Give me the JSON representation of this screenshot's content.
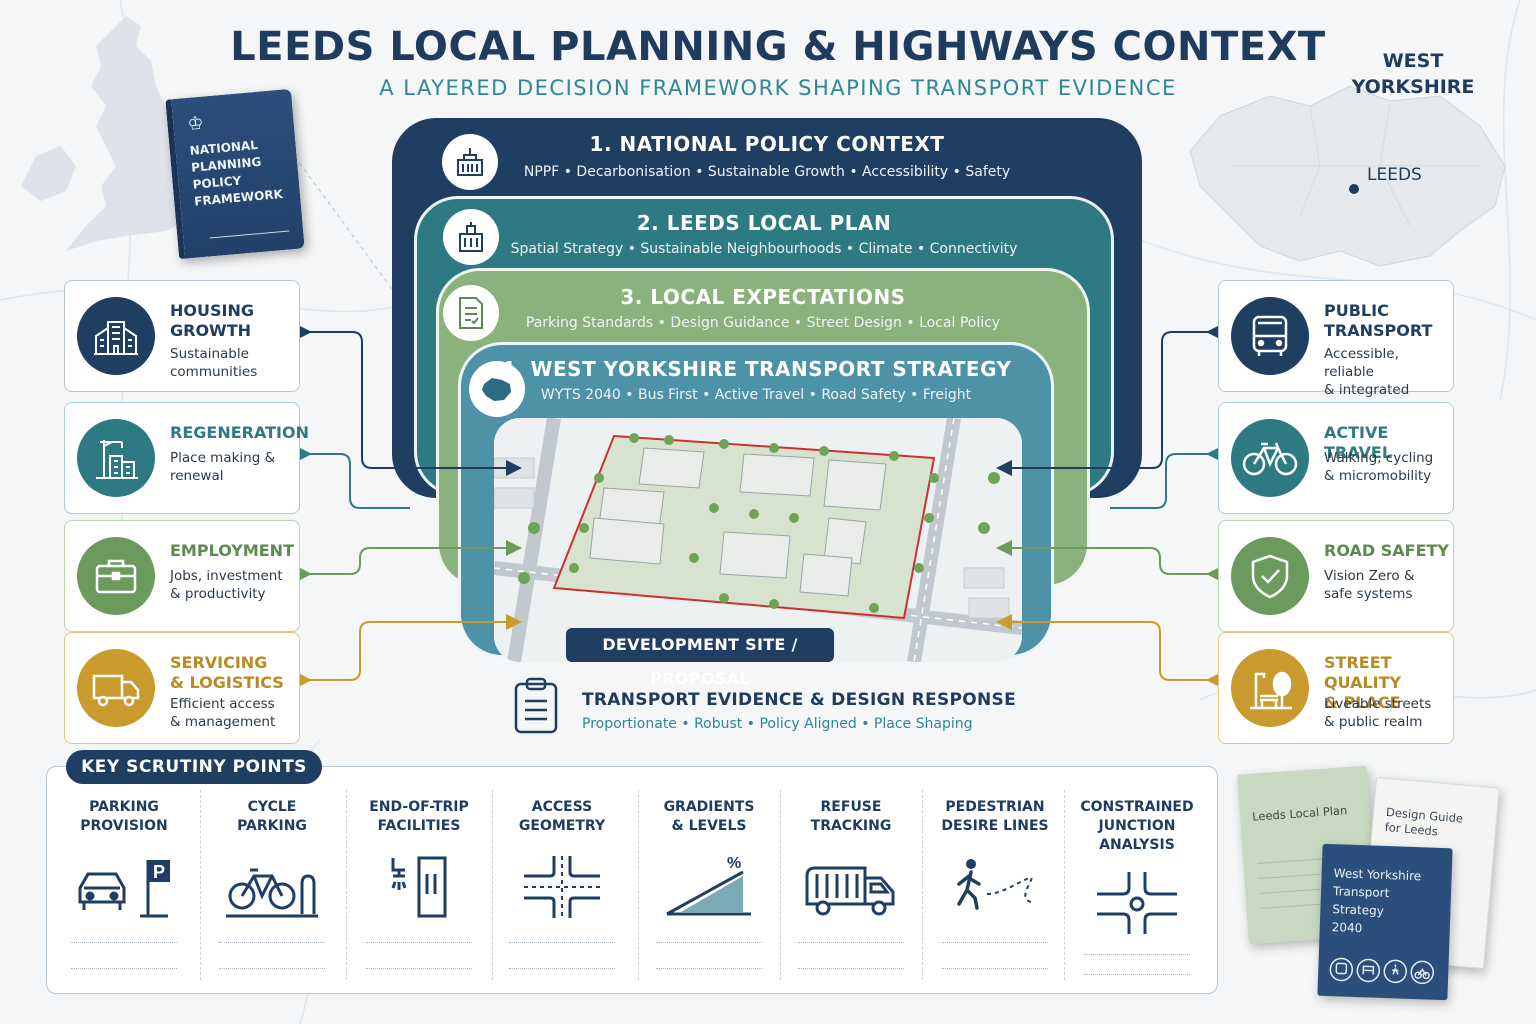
{
  "header": {
    "title": "LEEDS LOCAL PLANNING & HIGHWAYS CONTEXT",
    "subtitle": "A LAYERED DECISION FRAMEWORK SHAPING TRANSPORT EVIDENCE"
  },
  "npf_book": {
    "text": "NATIONAL\nPLANNING\nPOLICY\nFRAMEWORK"
  },
  "region": {
    "title": "WEST\nYORKSHIRE",
    "city": "LEEDS"
  },
  "layers": [
    {
      "title": "1. NATIONAL POLICY CONTEXT",
      "items": "NPPF • Decarbonisation • Sustainable Growth • Accessibility • Safety",
      "icon": "parliament-icon"
    },
    {
      "title": "2. LEEDS LOCAL PLAN",
      "items": "Spatial Strategy • Sustainable Neighbourhoods • Climate • Connectivity",
      "icon": "town-hall-icon"
    },
    {
      "title": "3. LOCAL EXPECTATIONS",
      "items": "Parking Standards • Design Guidance • Street Design • Local Policy",
      "icon": "checklist-document-icon"
    },
    {
      "title": "4. WEST YORKSHIRE TRANSPORT STRATEGY",
      "items": "WYTS 2040 • Bus First • Active Travel • Road Safety • Freight",
      "icon": "region-map-icon"
    }
  ],
  "site": {
    "badge": "DEVELOPMENT SITE / PROPOSAL",
    "evidence_title": "TRANSPORT EVIDENCE & DESIGN RESPONSE",
    "evidence_items": "Proportionate • Robust • Policy Aligned • Place Shaping"
  },
  "left_cards": [
    {
      "title": "HOUSING\nGROWTH",
      "desc": "Sustainable\ncommunities",
      "icon": "housing-icon",
      "color": "#1f3e62"
    },
    {
      "title": "REGENERATION",
      "desc": "Place making &\nrenewal",
      "icon": "crane-buildings-icon",
      "color": "#2e7a82"
    },
    {
      "title": "EMPLOYMENT",
      "desc": "Jobs, investment\n& productivity",
      "icon": "briefcase-icon",
      "color": "#6b9a5c"
    },
    {
      "title": "SERVICING\n& LOGISTICS",
      "desc": "Efficient access\n& management",
      "icon": "delivery-truck-icon",
      "color": "#c99a2e"
    }
  ],
  "right_cards": [
    {
      "title": "PUBLIC\nTRANSPORT",
      "desc": "Accessible, reliable\n& integrated",
      "icon": "bus-icon",
      "color": "#1f3e62"
    },
    {
      "title": "ACTIVE TRAVEL",
      "desc": "Walking, cycling\n& micromobility",
      "icon": "bicycle-icon",
      "color": "#2e7a82"
    },
    {
      "title": "ROAD SAFETY",
      "desc": "Vision Zero &\nsafe systems",
      "icon": "shield-check-icon",
      "color": "#6b9a5c"
    },
    {
      "title": "STREET QUALITY\n& PLACE",
      "desc": "Liveable streets\n& public realm",
      "icon": "street-bench-icon",
      "color": "#c99a2e"
    }
  ],
  "scrutiny": {
    "tab": "KEY SCRUTINY POINTS",
    "points": [
      {
        "label": "PARKING\nPROVISION",
        "icon": "car-parking-icon"
      },
      {
        "label": "CYCLE\nPARKING",
        "icon": "cycle-stand-icon"
      },
      {
        "label": "END-OF-TRIP\nFACILITIES",
        "icon": "shower-locker-icon"
      },
      {
        "label": "ACCESS\nGEOMETRY",
        "icon": "junction-geometry-icon"
      },
      {
        "label": "GRADIENTS\n& LEVELS",
        "icon": "gradient-slope-icon"
      },
      {
        "label": "REFUSE\nTRACKING",
        "icon": "refuse-truck-icon"
      },
      {
        "label": "PEDESTRIAN\nDESIRE LINES",
        "icon": "pedestrian-path-icon"
      },
      {
        "label": "CONSTRAINED\nJUNCTION\nANALYSIS",
        "icon": "roundabout-icon"
      }
    ]
  },
  "books": [
    {
      "title": "Leeds Local Plan"
    },
    {
      "title": "Design Guide\nfor Leeds"
    },
    {
      "title": "West Yorkshire\nTransport Strategy\n2040"
    }
  ]
}
